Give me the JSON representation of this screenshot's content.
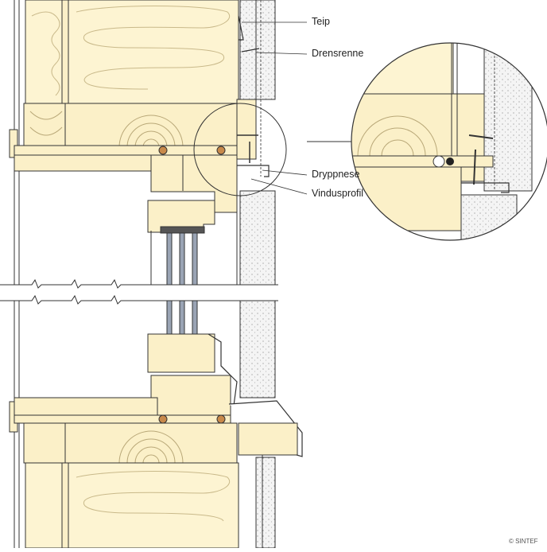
{
  "labels": {
    "teip": "Teip",
    "drensrenne": "Drensrenne",
    "dryppnese": "Dryppnese",
    "vindusprofil": "Vindusprofil"
  },
  "copyright": "© SINTEF",
  "colors": {
    "wood": "#fbf0c8",
    "insulation": "#fdf4d2",
    "line": "#333333",
    "concrete": "#f2f2f2",
    "glass": "#9aa4b4",
    "seal": "#c8894a"
  }
}
